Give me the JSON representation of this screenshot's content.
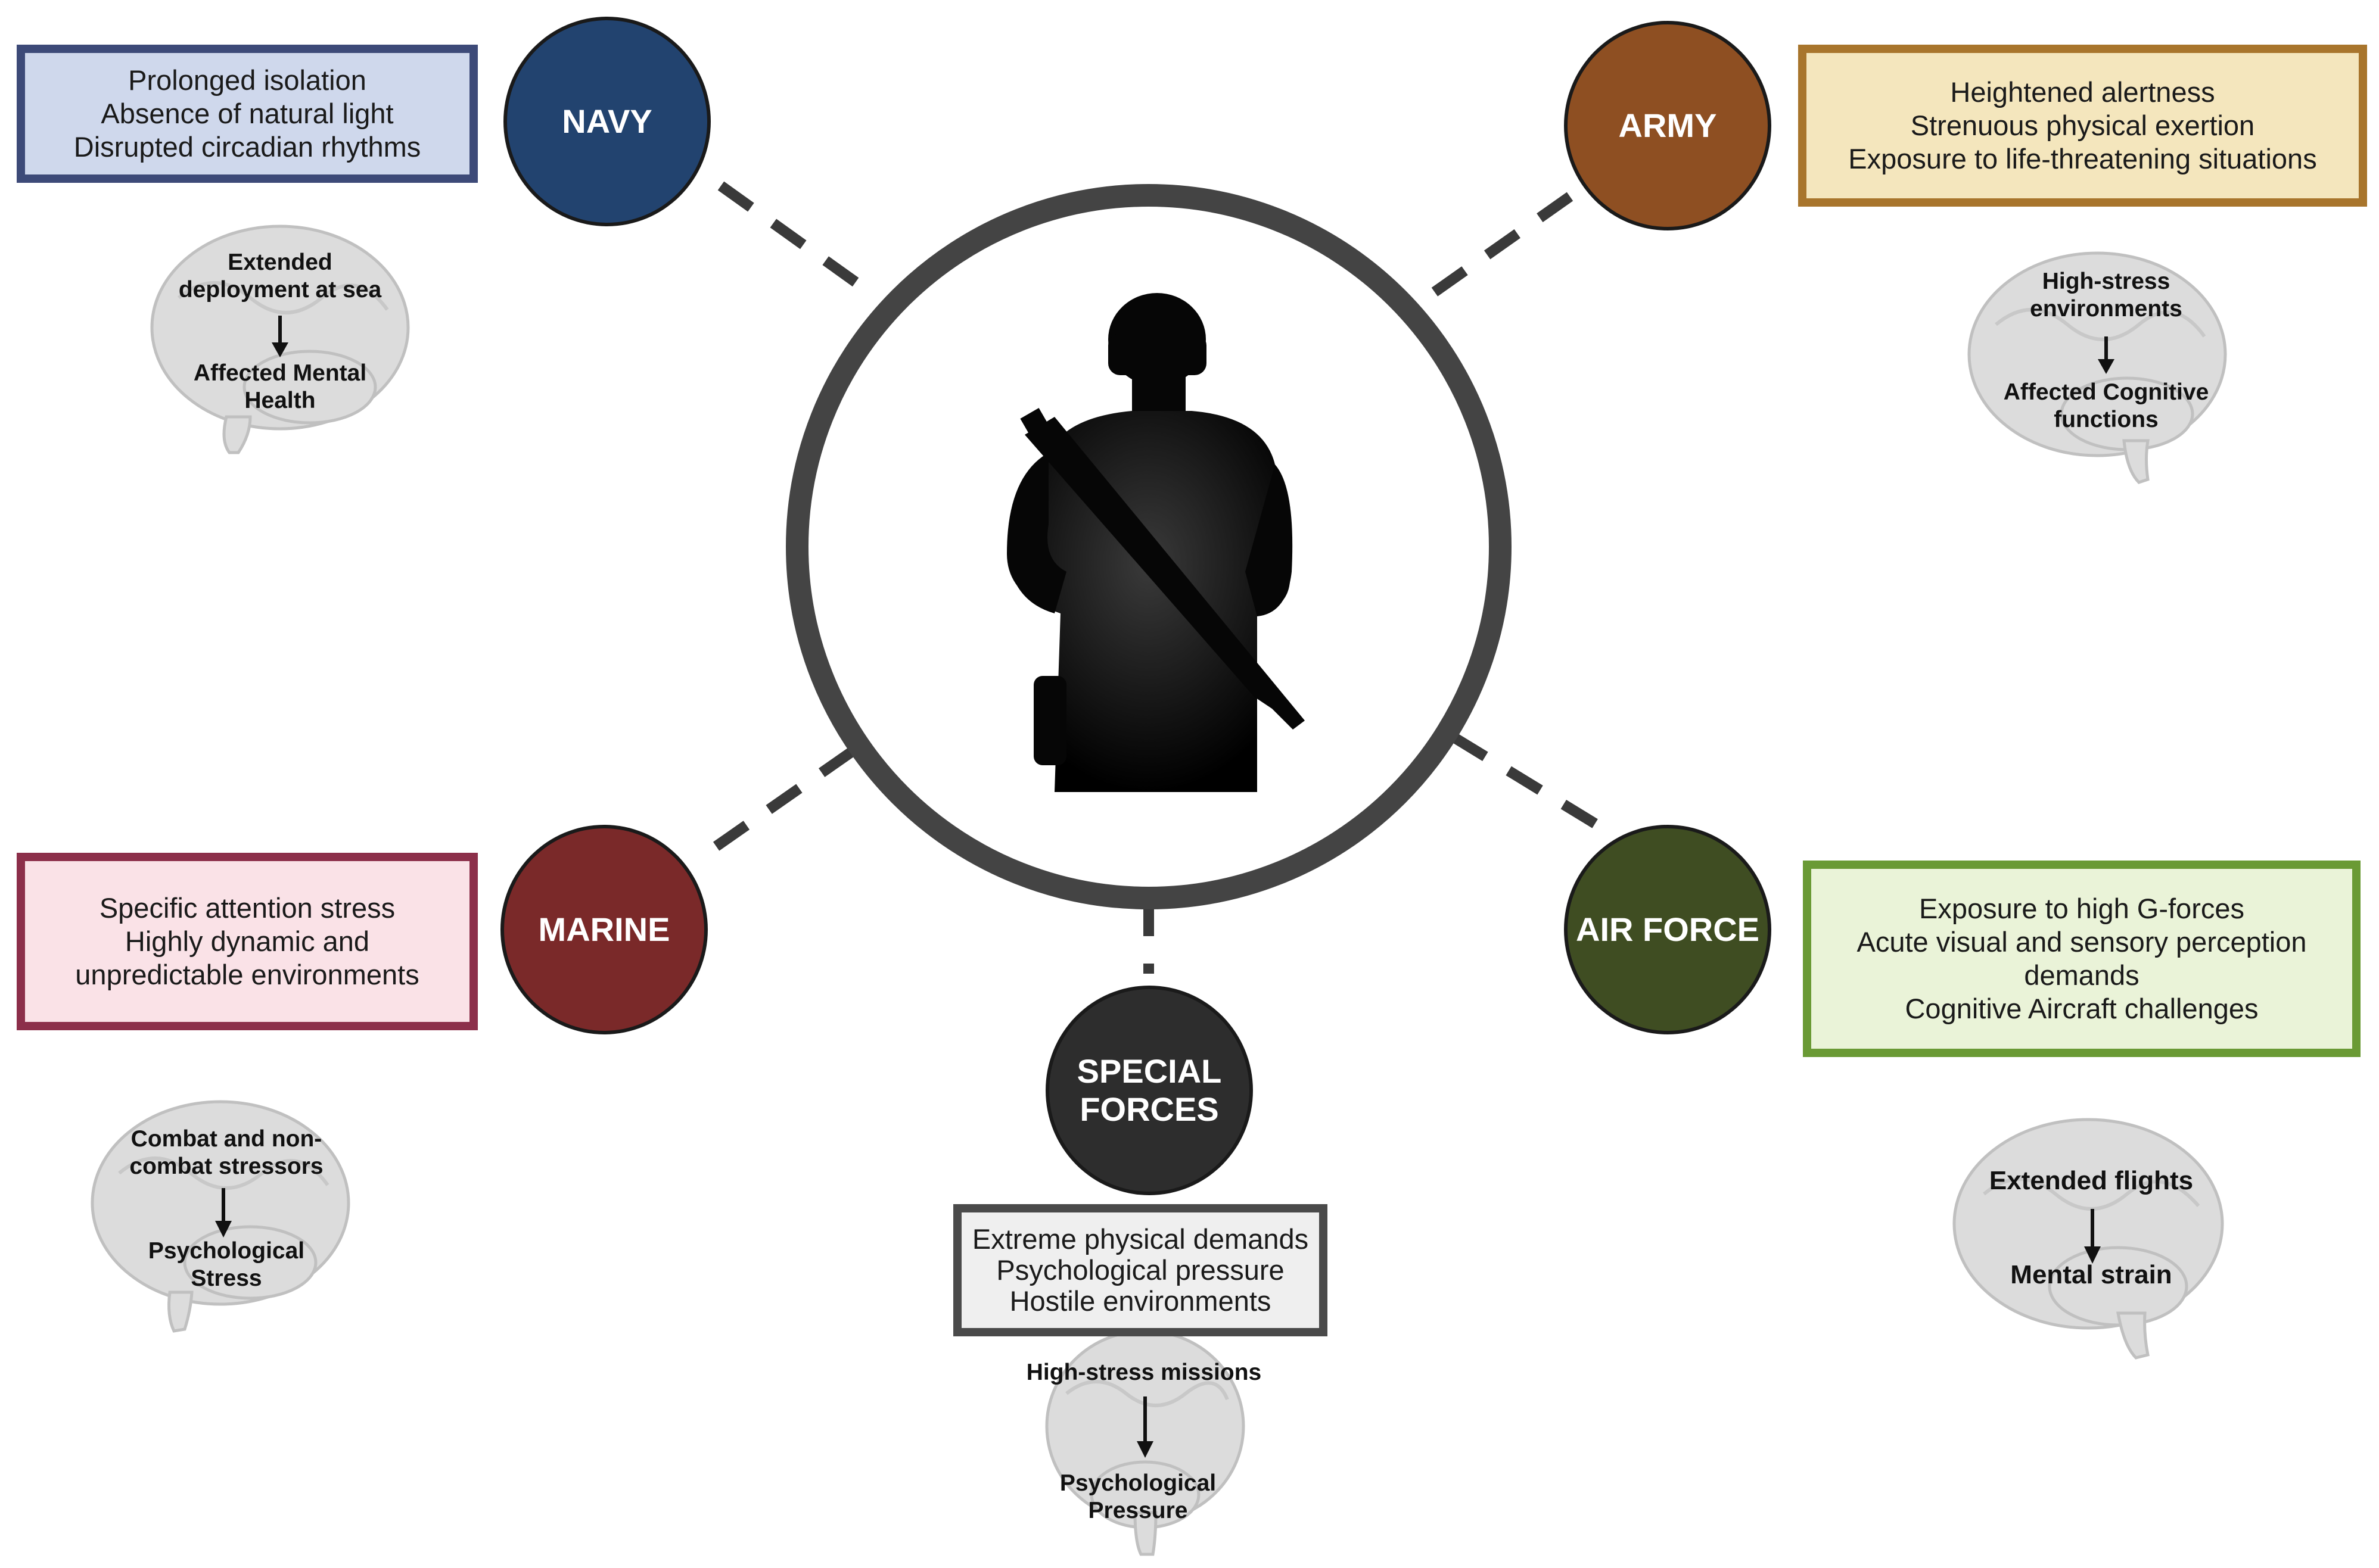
{
  "colors": {
    "navy": "#22436f",
    "army": "#8e4f22",
    "marine": "#7a2929",
    "special_forces": "#2d2d2d",
    "air_force": "#3f4d22",
    "navy_box_bg": "#cfd8ec",
    "navy_box_border": "#3d4a78",
    "army_box_bg": "#f4e6bd",
    "army_box_border": "#a8752c",
    "marine_box_bg": "#fae2e7",
    "marine_box_border": "#8c2f4a",
    "sf_box_bg": "#efefef",
    "sf_box_border": "#4a4a4a",
    "af_box_bg": "#eaf3d8",
    "af_box_border": "#6a9a35",
    "ring": "#444444",
    "brain": "#dcdcdc"
  },
  "center": {
    "icon": "soldier-silhouette-icon"
  },
  "branches": {
    "navy": {
      "label": "NAVY",
      "factors": [
        "Prolonged isolation",
        "Absence of natural light",
        "Disrupted circadian rhythms"
      ],
      "brain": {
        "cause": "Extended deployment at sea",
        "effect": "Affected Mental Health"
      }
    },
    "army": {
      "label": "ARMY",
      "factors": [
        "Heightened alertness",
        "Strenuous physical exertion",
        "Exposure to life-threatening situations"
      ],
      "brain": {
        "cause": "High-stress environments",
        "effect": "Affected Cognitive functions"
      }
    },
    "marine": {
      "label": "MARINE",
      "factors": [
        "Specific attention stress",
        "Highly dynamic and",
        "unpredictable environments"
      ],
      "brain": {
        "cause": "Combat and non-combat stressors",
        "effect": "Psychological Stress"
      }
    },
    "special_forces": {
      "label_line1": "SPECIAL",
      "label_line2": "FORCES",
      "factors": [
        "Extreme physical demands",
        "Psychological pressure",
        "Hostile environments"
      ],
      "brain": {
        "cause": "High-stress missions",
        "effect": "Psychological Pressure"
      }
    },
    "air_force": {
      "label": "AIR FORCE",
      "factors": [
        "Exposure to high G-forces",
        "Acute visual and sensory perception",
        "demands",
        "Cognitive Aircraft challenges"
      ],
      "brain": {
        "cause": "Extended flights",
        "effect": "Mental strain"
      }
    }
  }
}
